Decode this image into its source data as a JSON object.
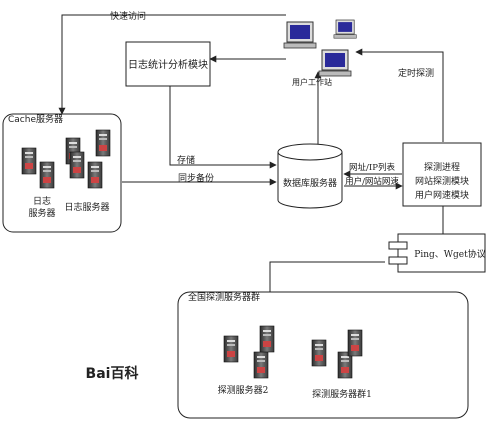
{
  "nodes": {
    "log_analysis": "日志统计分析模块",
    "user_workstation": "用户工作站",
    "cache_group": "Cache服务器",
    "log_server_a": [
      "日志",
      "服务器"
    ],
    "log_server_b": "日志服务器",
    "database": "数据库服务器",
    "probe_process": [
      "探测进程",
      "网站探测模块",
      "用户网速模块"
    ],
    "ping_wget": "Ping、Wget协议",
    "probe_group": "全国探测服务器群",
    "probe_group_2": "探测服务器2",
    "probe_group_1": "探测服务器群1"
  },
  "edges": {
    "fast_access": "快速访问",
    "scheduled_probe": "定时探测",
    "store": "存储",
    "sync_backup": "同步备份",
    "url_ip_list": "网址/IP列表",
    "user_site_speed": "用户/网站网速"
  },
  "watermark": "Bai百科"
}
